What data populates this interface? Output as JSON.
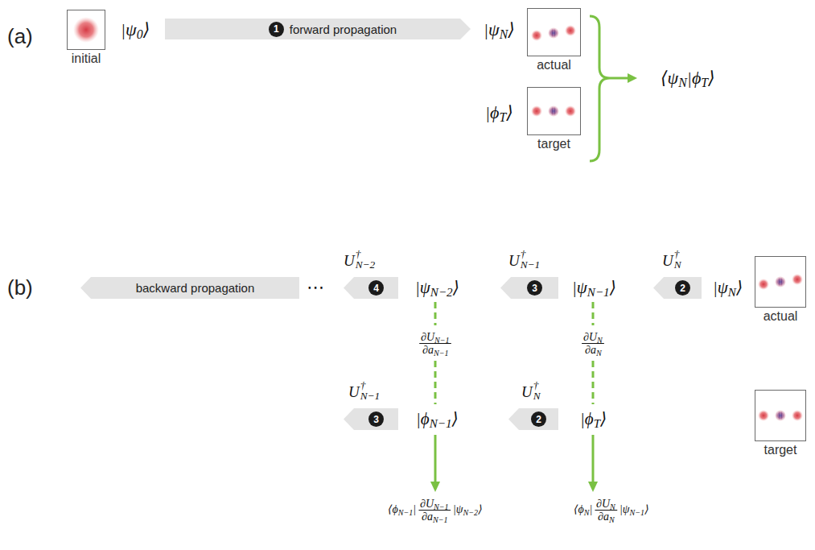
{
  "diagram": {
    "nodes": [
      {
        "text": [
          "initial"
        ]
      },
      {
        "text": [
          "1",
          "forward propagation"
        ]
      },
      {
        "text": [
          "actual"
        ]
      },
      {
        "text": [
          "target"
        ]
      },
      {
        "text": [
          "backward propagation"
        ]
      },
      {
        "text": [
          "4"
        ]
      },
      {
        "text": [
          "3"
        ]
      },
      {
        "text": [
          "2"
        ]
      },
      {
        "text": [
          "actual"
        ]
      },
      {
        "text": [
          "3"
        ]
      },
      {
        "text": [
          "2"
        ]
      },
      {
        "text": [
          "target"
        ]
      }
    ],
    "labels": [
      "(a)",
      "|ψ0⟩",
      "|ψN⟩",
      "|ϕT⟩",
      "⟨ψN|ϕT⟩",
      "(b)",
      "⋯",
      "U†N−2",
      "|ψN−2⟩",
      "U†N−1",
      "|ψN−1⟩",
      "U†N",
      "|ψN⟩",
      "∂UN−1",
      "∂aN−1",
      "∂UN",
      "∂aN",
      "U†N−1",
      "|ϕN−1⟩",
      "U†N",
      "|ϕT⟩",
      "⟨ϕN−1|",
      "∂UN−1",
      "∂aN−1",
      "|ψN−2⟩",
      "⟨ϕN|",
      "∂UN",
      "∂aN",
      "|ψN−1⟩"
    ]
  }
}
